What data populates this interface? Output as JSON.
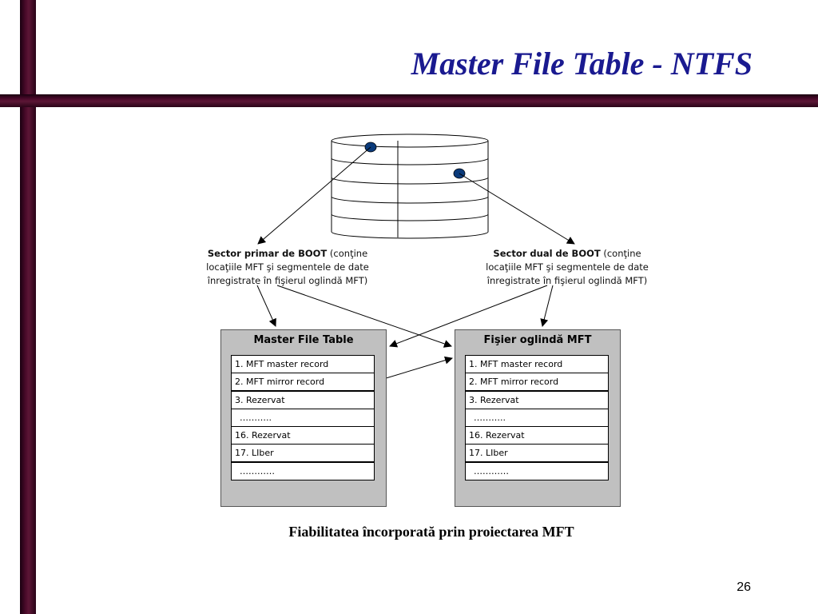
{
  "slide": {
    "title": "Master File Table - NTFS",
    "caption": "Fiabilitatea încorporată prin proiectarea MFT",
    "page_number": "26"
  },
  "boot_primary": {
    "heading": "Sector primar de BOOT",
    "rest_line1": " (conţine",
    "line2": "locaţiile MFT şi segmentele de date",
    "line3": "înregistrate în fişierul oglindă MFT)"
  },
  "boot_dual": {
    "heading": "Sector dual de BOOT",
    "rest_line1": " (conţine",
    "line2": "locaţiile MFT şi segmentele de date",
    "line3": "înregistrate în fişierul oglindă MFT)"
  },
  "mft_table": {
    "title": "Master File Table",
    "rows": [
      "1.   MFT master record",
      "2.   MFT mirror record",
      "3.   Rezervat",
      "………..",
      "16. Rezervat",
      "17. LIber",
      "…………"
    ]
  },
  "mirror_table": {
    "title": "Fişier oglindă MFT",
    "rows": [
      "1.   MFT master record",
      "2.   MFT mirror record",
      "3.   Rezervat",
      "………..",
      "16. Rezervat",
      "17. LIber",
      "…………"
    ]
  },
  "colors": {
    "title": "#1a1a90",
    "bar": "#4a0a2a",
    "panel": "#c0c0c0",
    "marker": "#0a3a7a"
  }
}
